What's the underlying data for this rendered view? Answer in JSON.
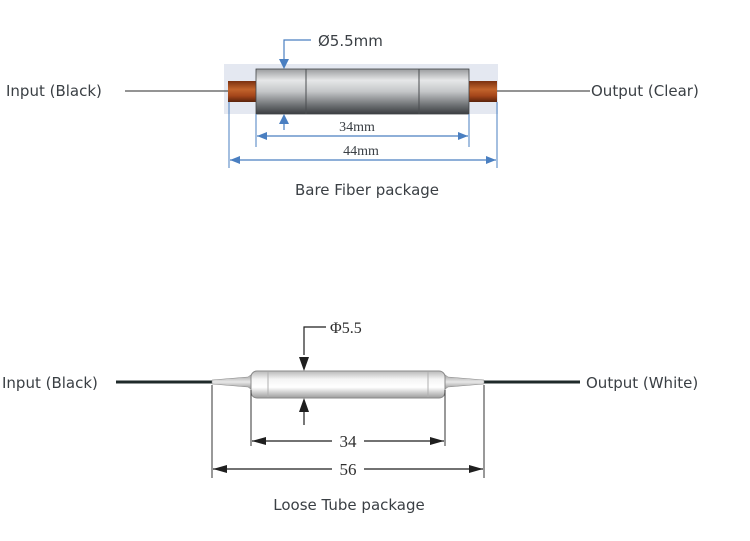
{
  "bare_fiber": {
    "input_label": "Input (Black)",
    "output_label": "Output (Clear)",
    "diameter_label": "Ø5.5mm",
    "body_length_label": "34mm",
    "total_length_label": "44mm",
    "caption": "Bare Fiber package"
  },
  "loose_tube": {
    "input_label": "Input (Black)",
    "output_label": "Output (White)",
    "diameter_label": "Φ5.5",
    "body_length_label": "34",
    "total_length_label": "56",
    "caption": "Loose Tube package"
  },
  "colors": {
    "dimension_blue": "#4a7fc1",
    "boot_copper": "#b5531f",
    "text": "#3a3f44"
  }
}
